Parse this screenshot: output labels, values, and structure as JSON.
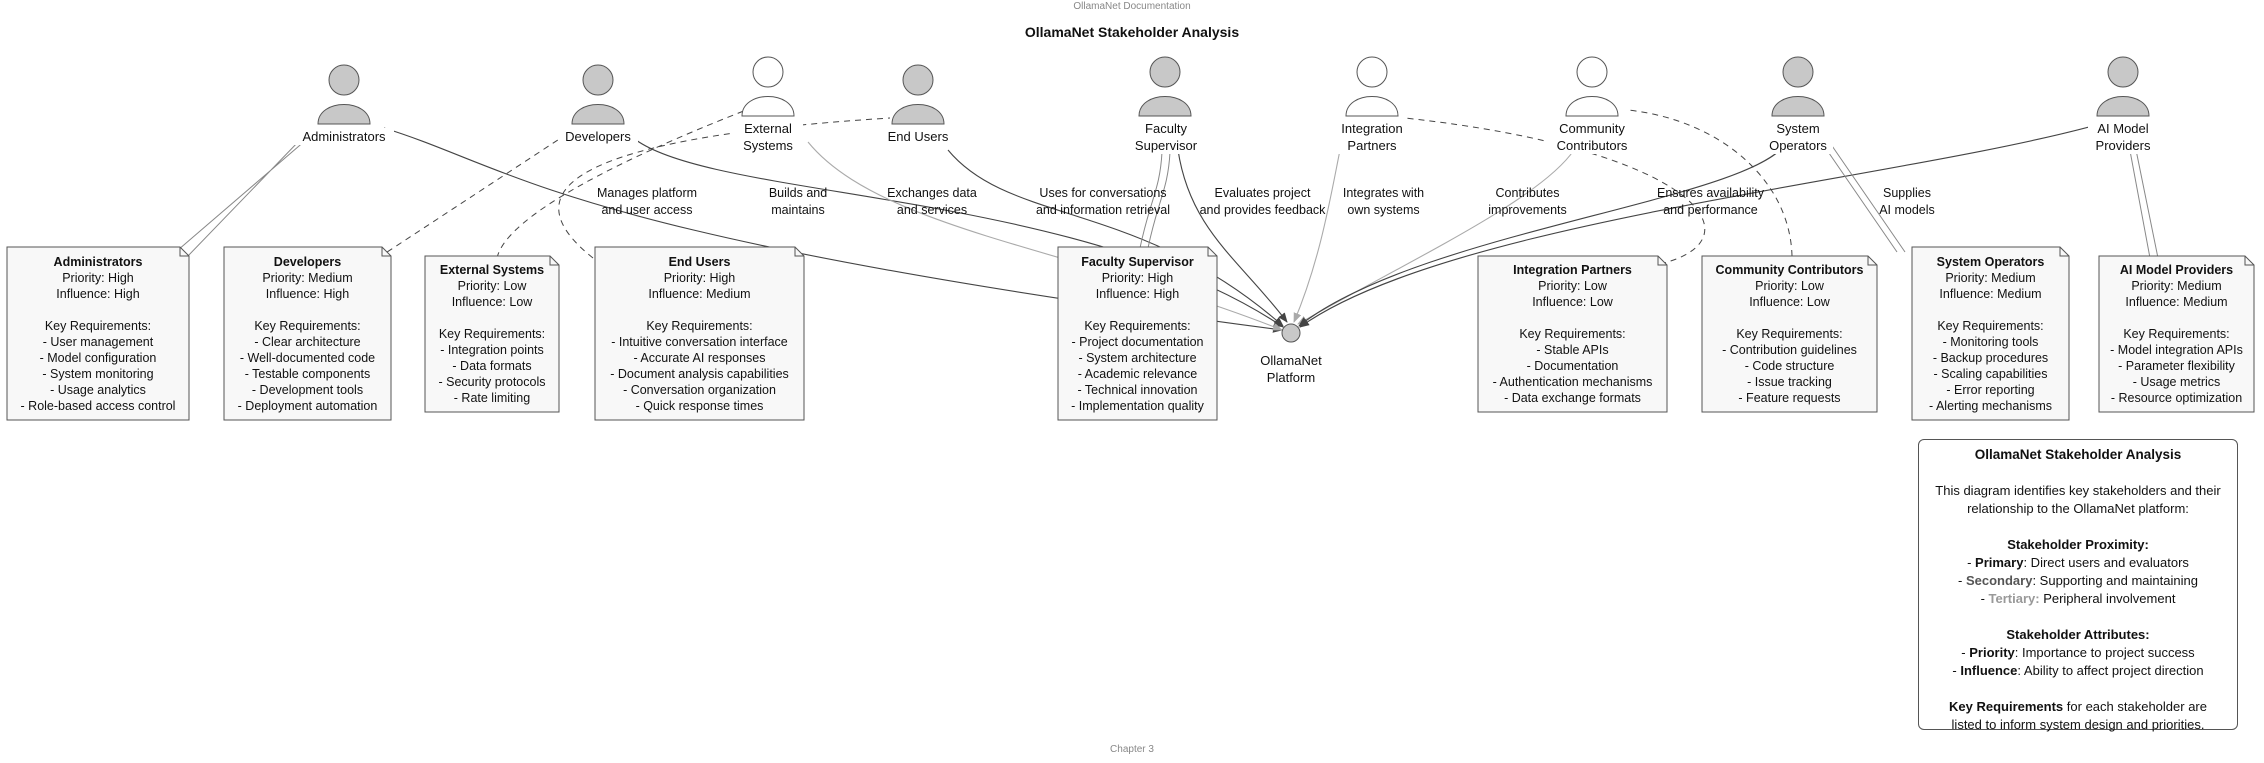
{
  "header": "OllamaNet Documentation",
  "footer": "Chapter 3",
  "title": "OllamaNet Stakeholder Analysis",
  "platform": "OllamaNet\nPlatform",
  "actors": {
    "administrators": "Administrators",
    "developers": "Developers",
    "external": "External\nSystems",
    "endusers": "End Users",
    "faculty": "Faculty\nSupervisor",
    "integration": "Integration\nPartners",
    "community": "Community\nContributors",
    "sysops": "System\nOperators",
    "aimodel": "AI Model\nProviders"
  },
  "relations": {
    "administrators": "Manages platform\nand user access",
    "developers": "Builds and\nmaintains",
    "external": "Exchanges data\nand services",
    "endusers": "Uses for conversations\nand information retrieval",
    "faculty": "Evaluates project\nand provides feedback",
    "integration": "Integrates with\nown systems",
    "community": "Contributes\nimprovements",
    "sysops": "Ensures availability\nand performance",
    "aimodel": "Supplies\nAI models"
  },
  "notes": {
    "administrators": {
      "title": "Administrators",
      "priority": "Priority: High",
      "influence": "Influence: High",
      "req_label": "Key Requirements:",
      "reqs": [
        "- User management",
        "- Model configuration",
        "- System monitoring",
        "- Usage analytics",
        "- Role-based access control"
      ]
    },
    "developers": {
      "title": "Developers",
      "priority": "Priority: Medium",
      "influence": "Influence: High",
      "req_label": "Key Requirements:",
      "reqs": [
        "- Clear architecture",
        "- Well-documented code",
        "- Testable components",
        "- Development tools",
        "- Deployment automation"
      ]
    },
    "external": {
      "title": "External Systems",
      "priority": "Priority: Low",
      "influence": "Influence: Low",
      "req_label": "Key Requirements:",
      "reqs": [
        "- Integration points",
        "- Data formats",
        "- Security protocols",
        "- Rate limiting"
      ]
    },
    "endusers": {
      "title": "End Users",
      "priority": "Priority: High",
      "influence": "Influence: Medium",
      "req_label": "Key Requirements:",
      "reqs": [
        "- Intuitive conversation interface",
        "- Accurate AI responses",
        "- Document analysis capabilities",
        "- Conversation organization",
        "- Quick response times"
      ]
    },
    "faculty": {
      "title": "Faculty Supervisor",
      "priority": "Priority: High",
      "influence": "Influence: High",
      "req_label": "Key Requirements:",
      "reqs": [
        "- Project documentation",
        "- System architecture",
        "- Academic relevance",
        "- Technical innovation",
        "- Implementation quality"
      ]
    },
    "integration": {
      "title": "Integration Partners",
      "priority": "Priority: Low",
      "influence": "Influence: Low",
      "req_label": "Key Requirements:",
      "reqs": [
        "- Stable APIs",
        "- Documentation",
        "- Authentication mechanisms",
        "- Data exchange formats"
      ]
    },
    "community": {
      "title": "Community Contributors",
      "priority": "Priority: Low",
      "influence": "Influence: Low",
      "req_label": "Key Requirements:",
      "reqs": [
        "- Contribution guidelines",
        "- Code structure",
        "- Issue tracking",
        "- Feature requests"
      ]
    },
    "sysops": {
      "title": "System Operators",
      "priority": "Priority: Medium",
      "influence": "Influence: Medium",
      "req_label": "Key Requirements:",
      "reqs": [
        "- Monitoring tools",
        "- Backup procedures",
        "- Scaling capabilities",
        "- Error reporting",
        "- Alerting mechanisms"
      ]
    },
    "aimodel": {
      "title": "AI Model Providers",
      "priority": "Priority: Medium",
      "influence": "Influence: Medium",
      "req_label": "Key Requirements:",
      "reqs": [
        "- Model integration APIs",
        "- Parameter flexibility",
        "- Usage metrics",
        "- Resource optimization"
      ]
    }
  },
  "legend": {
    "title": "OllamaNet Stakeholder Analysis",
    "intro1": "This diagram identifies key stakeholders and their",
    "intro2": "relationship to the OllamaNet platform:",
    "prox_title": "Stakeholder Proximity:",
    "primary_term": "Primary",
    "primary_desc": ": Direct users and evaluators",
    "secondary_term": "Secondary",
    "secondary_desc": ": Supporting and maintaining",
    "tertiary_term": "Tertiary:",
    "tertiary_desc": " Peripheral involvement",
    "attr_title": "Stakeholder Attributes:",
    "priority_term": "Priority",
    "priority_desc": ": Importance to project success",
    "influence_term": "Influence",
    "influence_desc": ": Ability to affect project direction",
    "key_term": "Key Requirements",
    "key_desc1": " for each stakeholder are",
    "key_desc2": "listed to inform system design and priorities."
  },
  "colors": {
    "primary_actor": "#c8c8c8",
    "tertiary_actor": "#ffffff",
    "line_primary": "#444444",
    "line_tertiary": "#aaaaaa",
    "note_fill": "#f8f8f8"
  }
}
